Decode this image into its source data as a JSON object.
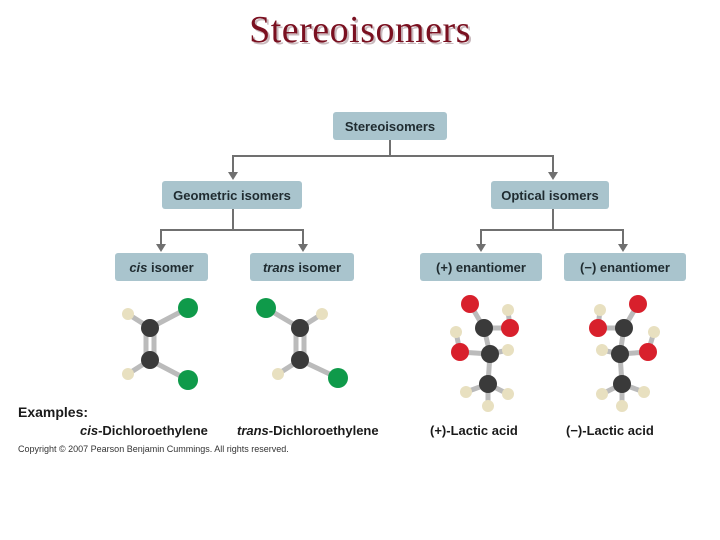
{
  "title": "Stereoisomers",
  "tree": {
    "root": "Stereoisomers",
    "geometric": "Geometric isomers",
    "optical": "Optical isomers",
    "cis_italic": "cis",
    "cis_rest": " isomer",
    "trans_italic": "trans",
    "trans_rest": " isomer",
    "plus": "(+) enantiomer",
    "minus": "(−) enantiomer"
  },
  "examples": {
    "heading": "Examples:",
    "cis_italic": "cis",
    "cis_rest": "-Dichloroethylene",
    "trans_italic": "trans",
    "trans_rest": "-Dichloroethylene",
    "plus_lactic": "(+)-Lactic acid",
    "minus_lactic": "(−)-Lactic acid"
  },
  "copyright": "Copyright © 2007 Pearson Benjamin Cummings. All rights reserved.",
  "colors": {
    "title": "#7a1020",
    "box": "#a9c4cd",
    "carbon": "#3a3a3a",
    "hydrogen": "#e8e0c0",
    "chlorine": "#0f9a4a",
    "oxygen": "#d8202c"
  }
}
